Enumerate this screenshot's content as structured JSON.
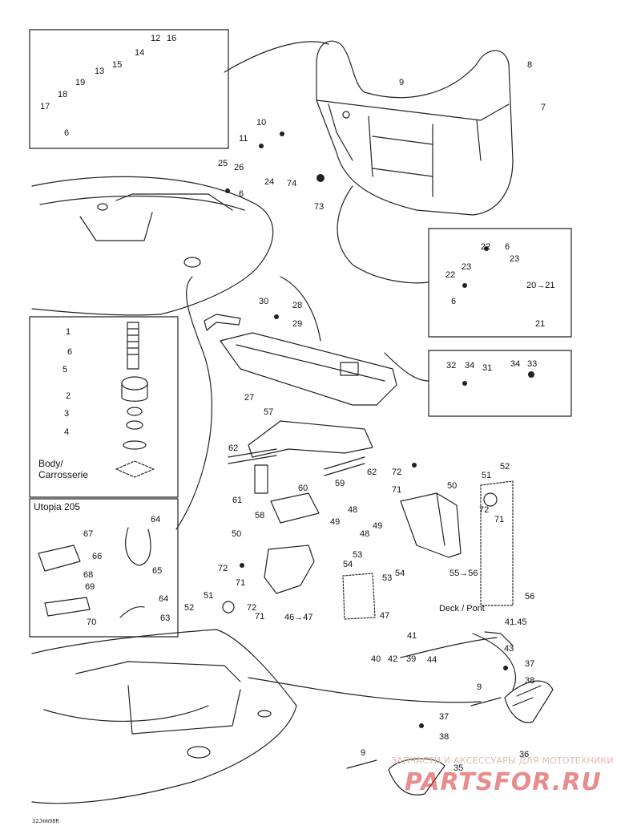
{
  "diagram": {
    "reference_code": "32Jmm98R",
    "callouts": [
      {
        "id": "c12",
        "text": "12"
      },
      {
        "id": "c16",
        "text": "16"
      },
      {
        "id": "c14",
        "text": "14"
      },
      {
        "id": "c15",
        "text": "15"
      },
      {
        "id": "c13",
        "text": "13"
      },
      {
        "id": "c19",
        "text": "19"
      },
      {
        "id": "c18",
        "text": "18"
      },
      {
        "id": "c17",
        "text": "17"
      },
      {
        "id": "c6a",
        "text": "6"
      },
      {
        "id": "c8",
        "text": "8"
      },
      {
        "id": "c9a",
        "text": "9"
      },
      {
        "id": "c7",
        "text": "7"
      },
      {
        "id": "c10",
        "text": "10"
      },
      {
        "id": "c11",
        "text": "11"
      },
      {
        "id": "c25",
        "text": "25"
      },
      {
        "id": "c26",
        "text": "26"
      },
      {
        "id": "c6b",
        "text": "6"
      },
      {
        "id": "c24",
        "text": "24"
      },
      {
        "id": "c74",
        "text": "74"
      },
      {
        "id": "c73",
        "text": "73"
      },
      {
        "id": "c22a",
        "text": "22"
      },
      {
        "id": "c6c",
        "text": "6"
      },
      {
        "id": "c23a",
        "text": "23"
      },
      {
        "id": "c23b",
        "text": "23"
      },
      {
        "id": "c22b",
        "text": "22"
      },
      {
        "id": "c6d",
        "text": "6"
      },
      {
        "id": "c20",
        "text": "20→21"
      },
      {
        "id": "c21",
        "text": "21"
      },
      {
        "id": "c30",
        "text": "30"
      },
      {
        "id": "c28",
        "text": "28"
      },
      {
        "id": "c29",
        "text": "29"
      },
      {
        "id": "c27",
        "text": "27"
      },
      {
        "id": "c1",
        "text": "1"
      },
      {
        "id": "c6e",
        "text": "6"
      },
      {
        "id": "c5",
        "text": "5"
      },
      {
        "id": "c2",
        "text": "2"
      },
      {
        "id": "c3",
        "text": "3"
      },
      {
        "id": "c4",
        "text": "4"
      },
      {
        "id": "c32",
        "text": "32"
      },
      {
        "id": "c34a",
        "text": "34"
      },
      {
        "id": "c31",
        "text": "31"
      },
      {
        "id": "c34b",
        "text": "34"
      },
      {
        "id": "c33",
        "text": "33"
      },
      {
        "id": "c57",
        "text": "57"
      },
      {
        "id": "c62a",
        "text": "62"
      },
      {
        "id": "c62b",
        "text": "62"
      },
      {
        "id": "c60",
        "text": "60"
      },
      {
        "id": "c59",
        "text": "59"
      },
      {
        "id": "c61",
        "text": "61"
      },
      {
        "id": "c58",
        "text": "58"
      },
      {
        "id": "c48a",
        "text": "48"
      },
      {
        "id": "c49a",
        "text": "49"
      },
      {
        "id": "c72a",
        "text": "72"
      },
      {
        "id": "c71a",
        "text": "71"
      },
      {
        "id": "c51a",
        "text": "51"
      },
      {
        "id": "c52a",
        "text": "52"
      },
      {
        "id": "c50a",
        "text": "50"
      },
      {
        "id": "c72b",
        "text": "72"
      },
      {
        "id": "c71b",
        "text": "71"
      },
      {
        "id": "c49b",
        "text": "49"
      },
      {
        "id": "c48b",
        "text": "48"
      },
      {
        "id": "c64a",
        "text": "64"
      },
      {
        "id": "c67",
        "text": "67"
      },
      {
        "id": "c66",
        "text": "66"
      },
      {
        "id": "c65",
        "text": "65"
      },
      {
        "id": "c68",
        "text": "68"
      },
      {
        "id": "c69",
        "text": "69"
      },
      {
        "id": "c64b",
        "text": "64"
      },
      {
        "id": "c63",
        "text": "63"
      },
      {
        "id": "c70",
        "text": "70"
      },
      {
        "id": "c50b",
        "text": "50"
      },
      {
        "id": "c53a",
        "text": "53"
      },
      {
        "id": "c54a",
        "text": "54"
      },
      {
        "id": "c54b",
        "text": "54"
      },
      {
        "id": "c53b",
        "text": "53"
      },
      {
        "id": "c55",
        "text": "55→56"
      },
      {
        "id": "c56",
        "text": "56"
      },
      {
        "id": "c72c",
        "text": "72"
      },
      {
        "id": "c71c",
        "text": "71"
      },
      {
        "id": "c51b",
        "text": "51"
      },
      {
        "id": "c52b",
        "text": "52"
      },
      {
        "id": "c72d",
        "text": "72"
      },
      {
        "id": "c71d",
        "text": "71"
      },
      {
        "id": "c46",
        "text": "46→47"
      },
      {
        "id": "c47",
        "text": "47"
      },
      {
        "id": "c41a",
        "text": "41"
      },
      {
        "id": "c4145",
        "text": "41.45"
      },
      {
        "id": "c40",
        "text": "40"
      },
      {
        "id": "c42",
        "text": "42"
      },
      {
        "id": "c39",
        "text": "39"
      },
      {
        "id": "c44",
        "text": "44"
      },
      {
        "id": "c43",
        "text": "43"
      },
      {
        "id": "c37a",
        "text": "37"
      },
      {
        "id": "c38a",
        "text": "38"
      },
      {
        "id": "c9b",
        "text": "9"
      },
      {
        "id": "c36",
        "text": "36"
      },
      {
        "id": "c37b",
        "text": "37"
      },
      {
        "id": "c38b",
        "text": "38"
      },
      {
        "id": "c9c",
        "text": "9"
      },
      {
        "id": "c35",
        "text": "35"
      }
    ],
    "captions": {
      "body_en": "Body/",
      "body_fr": "Carrosserie",
      "utopia": "Utopia 205",
      "deck": "Deck / Pont"
    },
    "watermark": {
      "subtitle": "ЗАПЧАСТИ И АКСЕССУАРЫ ДЛЯ МОТОТЕХНИКИ",
      "brand": "PARTSFOR.RU"
    }
  }
}
